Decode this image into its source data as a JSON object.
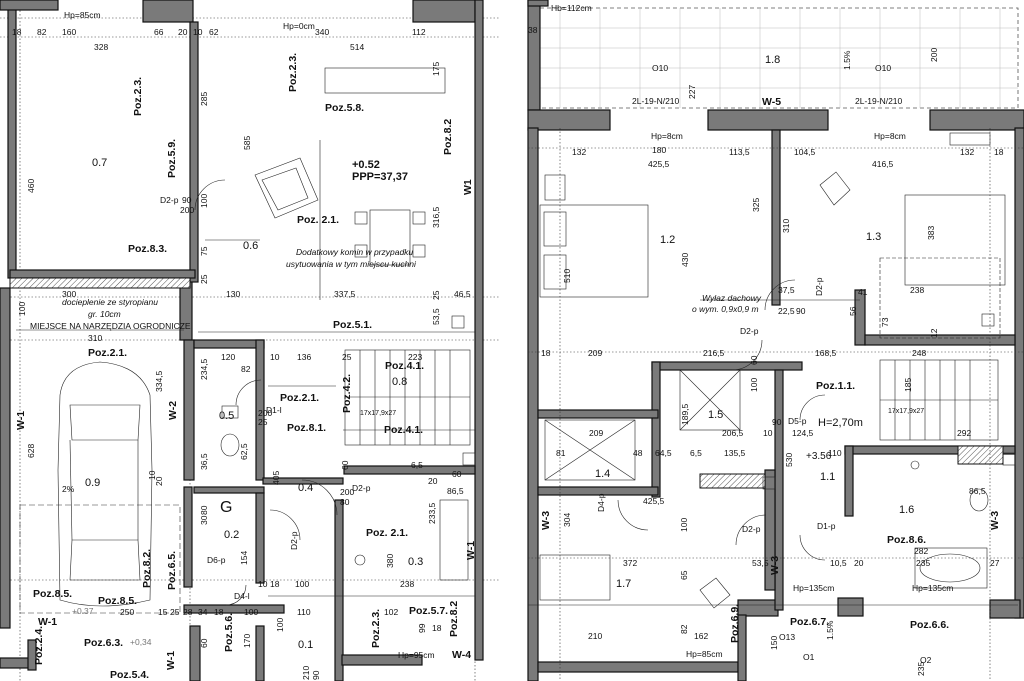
{
  "ground": {
    "rooms": [
      {
        "id": "r07",
        "text": "0.7"
      },
      {
        "id": "r06",
        "text": "0.6"
      },
      {
        "id": "r08",
        "text": "0.8"
      },
      {
        "id": "r05",
        "text": "0.5"
      },
      {
        "id": "r09",
        "text": "0.9"
      },
      {
        "id": "r04",
        "text": "0.4"
      },
      {
        "id": "r02",
        "text": "0.2"
      },
      {
        "id": "r03",
        "text": "0.3"
      },
      {
        "id": "r01",
        "text": "0.1"
      },
      {
        "id": "rG",
        "text": "G"
      }
    ],
    "poz": [
      "Poz.2.3.",
      "Poz.2.3.",
      "Poz.5.9.",
      "Poz.5.8.",
      "Poz.8.2",
      "Poz.8.3.",
      "Poz. 2.1.",
      "Poz.5.1.",
      "Poz.2.1.",
      "Poz.4.1.",
      "Poz.4.2.",
      "Poz.2.1.",
      "Poz.8.1.",
      "Poz.4.1.",
      "Poz. 2.1.",
      "Poz.8.2.",
      "Poz.6.5.",
      "Poz.8.5.",
      "Poz.8.5.",
      "Poz.6.3.",
      "Poz.2.4.",
      "Poz.5.4.",
      "Poz.5.6.",
      "Poz.5.7.",
      "Poz.2.3.",
      "Poz.8.2"
    ],
    "walls": [
      "W1",
      "W-1",
      "W-2",
      "W-1",
      "W-1",
      "W-1",
      "W-4"
    ],
    "doors": [
      "D2-p",
      "D1-l",
      "D2-p",
      "D2-p",
      "D6-p",
      "D4-l"
    ],
    "level": {
      "value": "+0.52",
      "ppp": "PPP=37,37"
    },
    "notes": {
      "chimney_1": "Dodatkowy komin w przypadku",
      "chimney_2": "usytuowania w tym miejscu kuchni",
      "insul_1": "docieplenie ze styropianu",
      "insul_2": "gr. 10cm",
      "garden": "MIEJSCE NA NARZĘDZIA OGRODNICZE",
      "slope": "2%",
      "stair": "17x17,9x27",
      "hp85": "Hp=85cm",
      "hp0": "Hp=0cm",
      "hp95": "Hp=95cm",
      "lvl37": "+0.37",
      "lvl34": "+0,34"
    },
    "dims": [
      "18",
      "82",
      "160",
      "66",
      "20",
      "10",
      "62",
      "340",
      "112",
      "328",
      "514",
      "175",
      "285",
      "585",
      "460",
      "316,5",
      "100",
      "90",
      "200",
      "75",
      "25",
      "130",
      "337,5",
      "300",
      "100",
      "310",
      "46,5",
      "53,5",
      "25",
      "120",
      "82",
      "10",
      "136",
      "25",
      "223",
      "234,5",
      "334,5",
      "628",
      "10",
      "20",
      "405",
      "62,5",
      "36,5",
      "30",
      "80",
      "154",
      "6,5",
      "20",
      "60",
      "86,5",
      "233,5",
      "380",
      "238",
      "100",
      "10",
      "18",
      "250",
      "15",
      "25",
      "28",
      "34",
      "18",
      "100",
      "110",
      "102",
      "18",
      "99",
      "60",
      "170",
      "100",
      "210",
      "90",
      "200",
      "80",
      "200",
      "25",
      "60"
    ]
  },
  "upper": {
    "rooms": [
      {
        "id": "u18",
        "text": "1.8"
      },
      {
        "id": "u12",
        "text": "1.2"
      },
      {
        "id": "u13",
        "text": "1.3"
      },
      {
        "id": "u15",
        "text": "1.5"
      },
      {
        "id": "u14",
        "text": "1.4"
      },
      {
        "id": "u11",
        "text": "1.1"
      },
      {
        "id": "u16",
        "text": "1.6"
      },
      {
        "id": "u17",
        "text": "1.7"
      }
    ],
    "poz": [
      "Poz.1.1.",
      "Poz.8.6.",
      "Poz.6.7.",
      "Poz.6.6.",
      "Poz.6.9."
    ],
    "walls": [
      "W-5",
      "W-3",
      "W-3",
      "W-3"
    ],
    "windows": [
      "O10",
      "O10",
      "2L-19-N/210",
      "2L-19-N/210",
      "O1",
      "O2",
      "O13"
    ],
    "doors": [
      "D2-p",
      "D2-p",
      "D5-p",
      "D4-p",
      "D2-p",
      "D1-p"
    ],
    "notes": {
      "hb112": "Hb=112cm",
      "hp8a": "Hp=8cm",
      "hp8b": "Hp=8cm",
      "hp135a": "Hp=135cm",
      "hp135b": "Hp=135cm",
      "hp85": "Hp=85cm",
      "h270": "H=2,70m",
      "lvl356": "+3.56",
      "roofwin_1": "Wyłaz dachowy",
      "roofwin_2": "o wym. 0,9x0,9 m",
      "stair": "17x17,9x27",
      "slope_a": "1.5%",
      "slope_b": "1.5%"
    },
    "dims": [
      "38",
      "180",
      "227",
      "200",
      "132",
      "425,5",
      "113,5",
      "104,5",
      "416,5",
      "132",
      "18",
      "325",
      "310",
      "510",
      "430",
      "383",
      "37,5",
      "22,5",
      "90",
      "41",
      "238",
      "56",
      "73",
      "12",
      "18",
      "209",
      "216,5",
      "168,5",
      "248",
      "100",
      "60",
      "189,5",
      "206,5",
      "124,5",
      "90",
      "10",
      "185",
      "292",
      "209",
      "81",
      "48",
      "64,5",
      "6,5",
      "135,5",
      "530",
      "110",
      "86,5",
      "425,5",
      "304",
      "372",
      "100",
      "65",
      "282",
      "235",
      "27",
      "53,5",
      "10,5",
      "20",
      "210",
      "162",
      "82",
      "150",
      "235"
    ]
  }
}
